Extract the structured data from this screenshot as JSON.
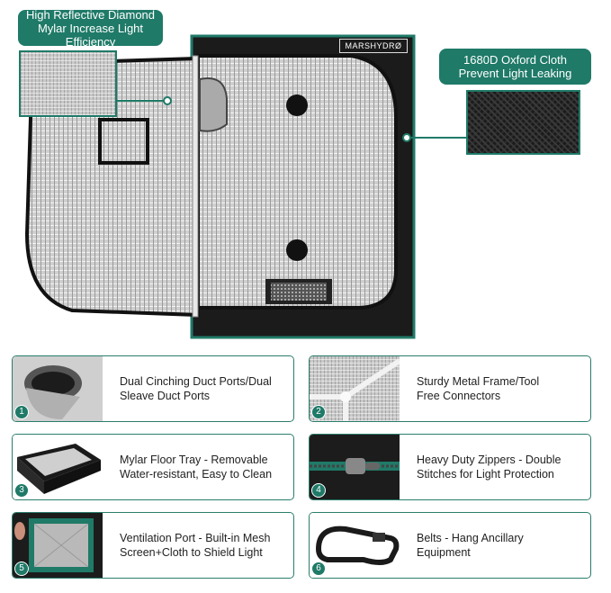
{
  "callouts": {
    "mylar": {
      "line1": "High Reflective Diamond",
      "line2": "Mylar Increase Light Efficiency"
    },
    "oxford": {
      "line1": "1680D Oxford Cloth",
      "line2": "Prevent Light Leaking"
    }
  },
  "brand_logo": "MARSHYDRØ",
  "colors": {
    "accent": "#1f7a68",
    "tent_black": "#1b1b1b",
    "mylar": "#c9c9c9"
  },
  "features": [
    {
      "number": "1",
      "line1": "Dual Cinching Duct Ports/Dual",
      "line2": "Sleave Duct Ports",
      "icon": "duct-port-icon"
    },
    {
      "number": "2",
      "line1": "Sturdy Metal Frame/Tool",
      "line2": "Free Connectors",
      "icon": "frame-connector-icon"
    },
    {
      "number": "3",
      "line1": "Mylar Floor Tray - Removable",
      "line2": "Water-resistant, Easy to Clean",
      "icon": "floor-tray-icon"
    },
    {
      "number": "4",
      "line1": "Heavy Duty Zippers - Double",
      "line2": "Stitches for Light Protection",
      "icon": "zipper-icon"
    },
    {
      "number": "5",
      "line1": "Ventilation Port - Built-in Mesh",
      "line2": "Screen+Cloth to Shield Light",
      "icon": "vent-port-icon"
    },
    {
      "number": "6",
      "line1": "Belts - Hang Ancillary",
      "line2": "Equipment",
      "icon": "belt-icon"
    }
  ]
}
